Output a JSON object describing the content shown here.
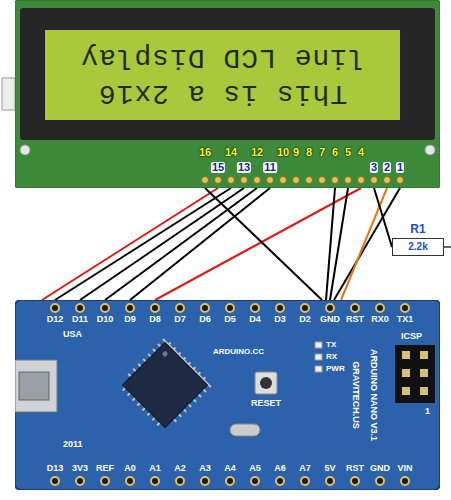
{
  "diagram": {
    "nodes": [
      {
        "text": [
          "This is a 2x16",
          "line LCD Display"
        ]
      },
      {
        "text": [
          "R1",
          "2.2k"
        ]
      },
      {
        "text": [
          "GRAVITECH.US",
          "ARDUINO NANO V3.1"
        ]
      }
    ],
    "edges": [
      {
        "from": 0,
        "to": 2,
        "arrow": "none"
      },
      {
        "from": 0,
        "to": 2,
        "arrow": "none"
      },
      {
        "from": 0,
        "to": 2,
        "arrow": "none"
      },
      {
        "from": 0,
        "to": 2,
        "arrow": "none"
      },
      {
        "from": 0,
        "to": 2,
        "arrow": "none"
      },
      {
        "from": 0,
        "to": 2,
        "arrow": "none"
      },
      {
        "from": 0,
        "to": 2,
        "arrow": "none"
      },
      {
        "from": 0,
        "to": 2,
        "arrow": "none"
      },
      {
        "from": 0,
        "to": 2,
        "arrow": "none"
      },
      {
        "from": 0,
        "to": 2,
        "arrow": "none"
      },
      {
        "from": 0,
        "to": 2,
        "arrow": "none"
      },
      {
        "from": 0,
        "to": 1,
        "arrow": "none"
      }
    ],
    "labels": [
      "16",
      "14",
      "12",
      "10",
      "9",
      "8",
      "7",
      "6",
      "5",
      "4",
      "15",
      "13",
      "11",
      "3",
      "2",
      "1",
      "D12",
      "D11",
      "D10",
      "D9",
      "D8",
      "D7",
      "D6",
      "D5",
      "D4",
      "D3",
      "D2",
      "GND",
      "RST",
      "RX0",
      "TX1",
      "D13",
      "3V3",
      "REF",
      "A0",
      "A1",
      "A2",
      "A3",
      "A4",
      "A5",
      "A6",
      "A7",
      "5V",
      "RST",
      "GND",
      "VIN",
      "USA",
      "2011",
      "ARDUINO.CC",
      "RESET",
      "TX",
      "RX",
      "PWR",
      "ICSP",
      "1"
    ]
  }
}
